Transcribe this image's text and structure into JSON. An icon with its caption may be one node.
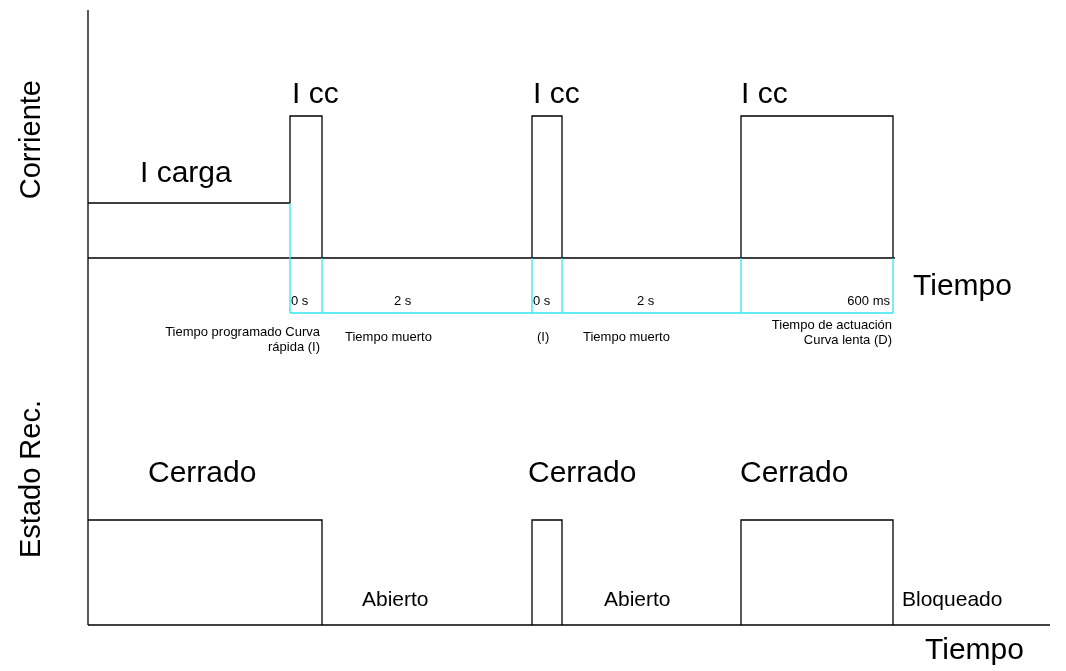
{
  "diagram": {
    "labels": [
      "Corriente",
      "I cc",
      "I cc",
      "I cc",
      "I carga",
      "Tiempo",
      "0 s",
      "2 s",
      "0 s",
      "2 s",
      "600 ms",
      "Tiempo programado Curva rápida (I)",
      "Tiempo muerto",
      "(I)",
      "Tiempo muerto",
      "Tiempo de actuación Curva lenta (D)",
      "Estado Rec.",
      "Cerrado",
      "Cerrado",
      "Cerrado",
      "Abierto",
      "Abierto",
      "Bloqueado",
      "Tiempo"
    ]
  }
}
